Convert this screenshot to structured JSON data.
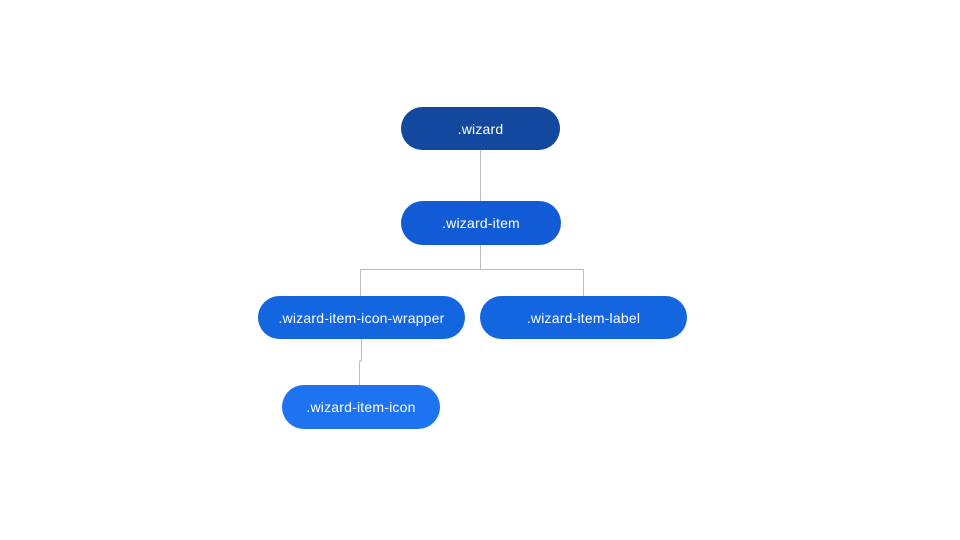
{
  "page": {
    "background_color": "#ffffff",
    "text_color": "#ffffff",
    "connector_color": "#bdbdbd"
  },
  "diagram": {
    "type": "tree",
    "description": "Hierarchy of CSS class names for a wizard component, shown as pill nodes connected by lines",
    "nodes": {
      "wizard": {
        "label": ".wizard",
        "color": "#12489e",
        "depth": 1
      },
      "wizard_item": {
        "label": ".wizard-item",
        "color": "#115cd6",
        "depth": 2
      },
      "wizard_item_icon_wrapper": {
        "label": ".wizard-item-icon-wrapper",
        "color": "#1365e0",
        "depth": 3
      },
      "wizard_item_label": {
        "label": ".wizard-item-label",
        "color": "#1365e0",
        "depth": 3
      },
      "wizard_item_icon": {
        "label": ".wizard-item-icon",
        "color": "#1d73f0",
        "depth": 4
      }
    },
    "edges": [
      {
        "from": ".wizard",
        "to": ".wizard-item"
      },
      {
        "from": ".wizard-item",
        "to": ".wizard-item-icon-wrapper"
      },
      {
        "from": ".wizard-item",
        "to": ".wizard-item-label"
      },
      {
        "from": ".wizard-item-icon-wrapper",
        "to": ".wizard-item-icon"
      }
    ]
  }
}
